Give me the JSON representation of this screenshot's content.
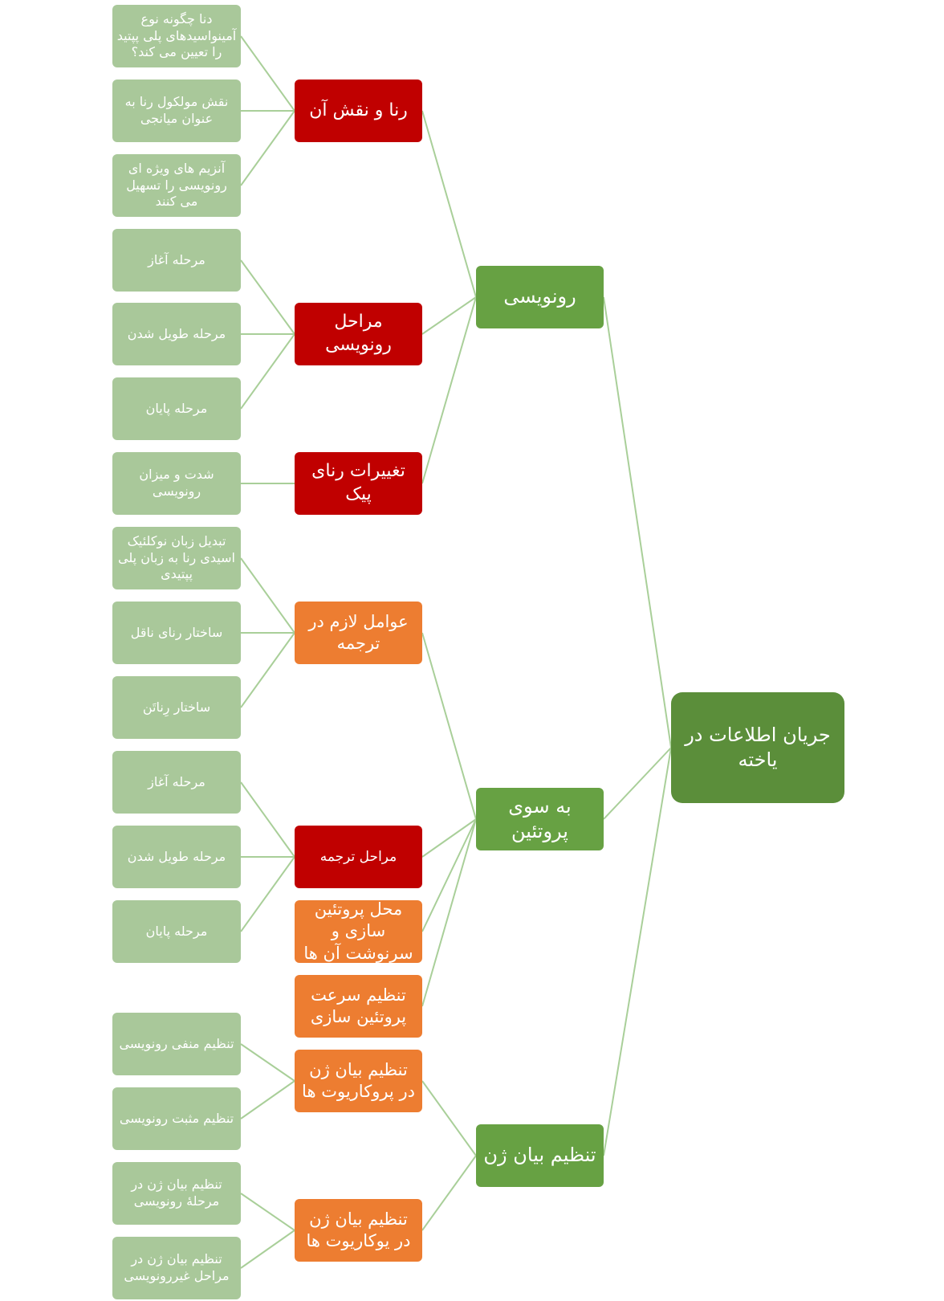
{
  "colors": {
    "root": "#5b8e3a",
    "level1": "#67a143",
    "red": "#c00000",
    "orange": "#ed7d31",
    "leaf": "#a9c89a",
    "connector": "#a9cf99"
  },
  "root": {
    "label": "جریان اطلاعات در یاخته"
  },
  "branches": [
    {
      "label": "رونویسی",
      "children": [
        {
          "label": "رنا و نقش آن",
          "leaves": [
            "دنا چگونه نوع آمینواسیدهای پلی پپتید را تعیین می کند؟",
            "نقش مولکول رنا به عنوان میانجی",
            "آنزیم های ویژه ای رونویسی را تسهیل می کنند"
          ]
        },
        {
          "label": "مراحل رونویسی",
          "leaves": [
            "مرحله آغاز",
            "مرحله طویل شدن",
            "مرحله پایان"
          ]
        },
        {
          "label": "تغییرات رنای پیک",
          "leaves": [
            "شدت و میزان رونویسی"
          ]
        }
      ]
    },
    {
      "label": "به سوی پروتئین",
      "children": [
        {
          "label": "عوامل لازم در ترجمه",
          "leaves": [
            "تبدیل زبان نوکلئیک اسیدی رنا به زبان پلی پپتیدی",
            "ساختار رنای ناقل",
            "ساختار رِناتَن"
          ]
        },
        {
          "label": "مراحل ترجمه",
          "leaves": [
            "مرحله آغاز",
            "مرحله طویل شدن",
            "مرحله پایان"
          ]
        },
        {
          "label": "محل پروتئین سازی و سرنوشت آن ها",
          "leaves": []
        },
        {
          "label": "تنظیم سرعت پروتئین سازی",
          "leaves": []
        }
      ]
    },
    {
      "label": "تنظیم بیان ژن",
      "children": [
        {
          "label": "تنظیم بیان ژن در پروکاریوت ها",
          "leaves": [
            "تنظیم منفی رونویسی",
            "تنظیم مثبت رونویسی"
          ]
        },
        {
          "label": "تنظیم بیان ژن در یوکاریوت ها",
          "leaves": [
            "تنظیم بیان ژن در مرحلۀ رونویسی",
            "تنظیم بیان ژن در مراحل غیررونویسی"
          ]
        }
      ]
    }
  ]
}
